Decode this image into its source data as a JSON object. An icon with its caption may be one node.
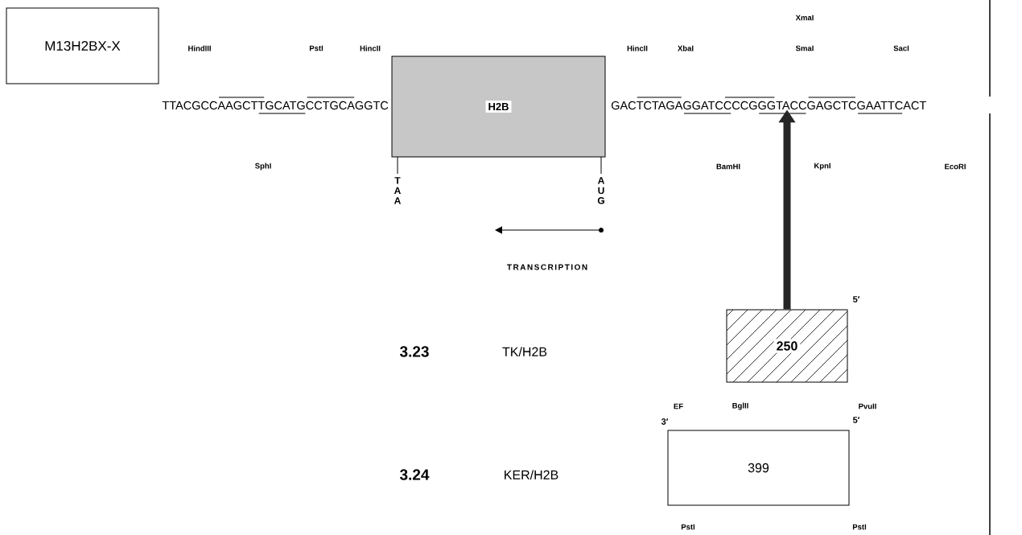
{
  "diagram": {
    "nodes": [
      {
        "text": [
          "M13H2BX-X"
        ]
      },
      {
        "text": [
          "H2B"
        ]
      },
      {
        "text": [
          "GACTCTAGAGGATCCCCGGGTACCGAGCTCGAATTCACT"
        ]
      },
      {
        "text": [
          "250"
        ],
        "beside": [
          "5′"
        ]
      },
      {
        "text": [
          "399"
        ],
        "beside": [
          "3′",
          "5′"
        ]
      }
    ],
    "edges": [
      {
        "from": 3,
        "to": 2,
        "arrow": "to"
      }
    ],
    "labels": [
      "XmaI",
      "HindIII",
      "PstI",
      "HincII",
      "HincII",
      "XbaI",
      "SmaI",
      "SacI",
      "TTACGCCAAGCTTGCATGCCTGCAGGTC",
      "SphI",
      "BamHI",
      "KpnI",
      "EcoRI",
      "TAA",
      "AUG",
      "TRANSCRIPTION",
      "3.23",
      "TK/H2B",
      "EF",
      "BglII",
      "PvuII",
      "3.24",
      "KER/H2B",
      "PstI",
      "PstI"
    ]
  }
}
